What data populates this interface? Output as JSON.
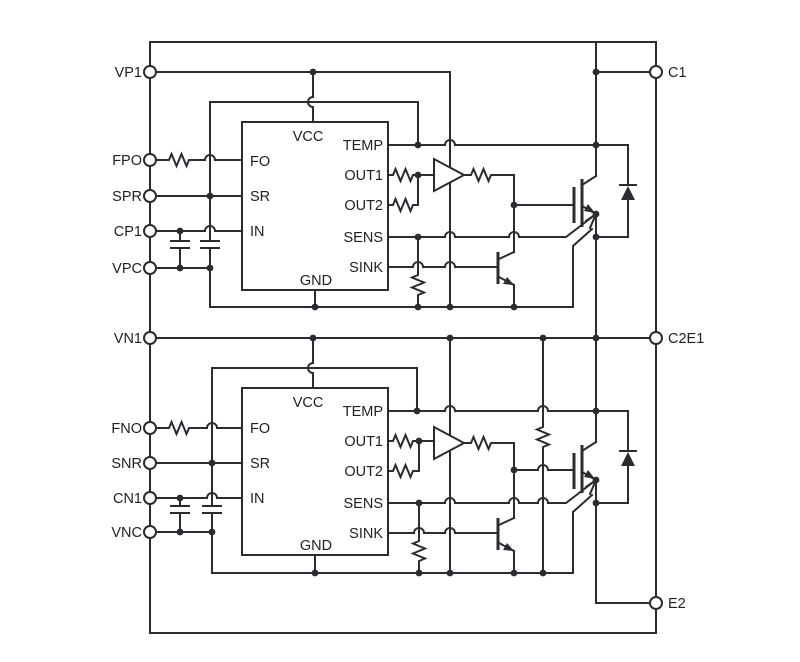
{
  "module": {
    "left_pins": [
      "VP1",
      "FPO",
      "SPR",
      "CP1",
      "VPC",
      "VN1",
      "FNO",
      "SNR",
      "CN1",
      "VNC"
    ],
    "right_pins": [
      "C1",
      "C2E1",
      "E2"
    ],
    "ic_top": {
      "vcc": "VCC",
      "gnd": "GND",
      "fo": "FO",
      "sr": "SR",
      "in": "IN",
      "temp": "TEMP",
      "out1": "OUT1",
      "out2": "OUT2",
      "sens": "SENS",
      "sink": "SINK"
    },
    "ic_bottom": {
      "vcc": "VCC",
      "gnd": "GND",
      "fo": "FO",
      "sr": "SR",
      "in": "IN",
      "temp": "TEMP",
      "out1": "OUT1",
      "out2": "OUT2",
      "sens": "SENS",
      "sink": "SINK"
    },
    "colors": {
      "line": "#2b2b31",
      "background": "#ffffff"
    }
  }
}
